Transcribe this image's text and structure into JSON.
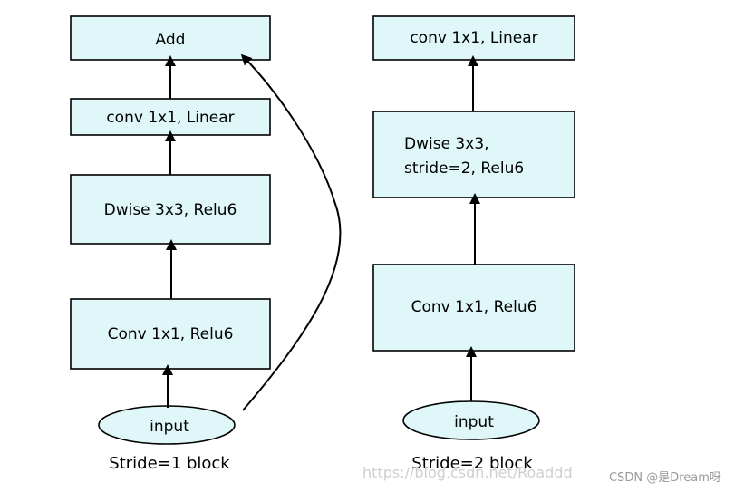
{
  "left_block": {
    "nodes": {
      "add": "Add",
      "conv_linear": "conv 1x1, Linear",
      "dwise": "Dwise 3x3, Relu6",
      "conv_relu": "Conv 1x1, Relu6",
      "input": "input"
    },
    "caption": "Stride=1 block"
  },
  "right_block": {
    "nodes": {
      "conv_linear": "conv 1x1, Linear",
      "dwise_line1": "Dwise 3x3,",
      "dwise_line2": "stride=2, Relu6",
      "conv_relu": "Conv 1x1, Relu6",
      "input": "input"
    },
    "caption": "Stride=2 block"
  },
  "watermark": {
    "url": "https://blog.csdn.net/Roaddd",
    "credit": "CSDN @是Dream呀"
  },
  "colors": {
    "node_fill": "#dff7f8",
    "stroke": "#000000"
  }
}
